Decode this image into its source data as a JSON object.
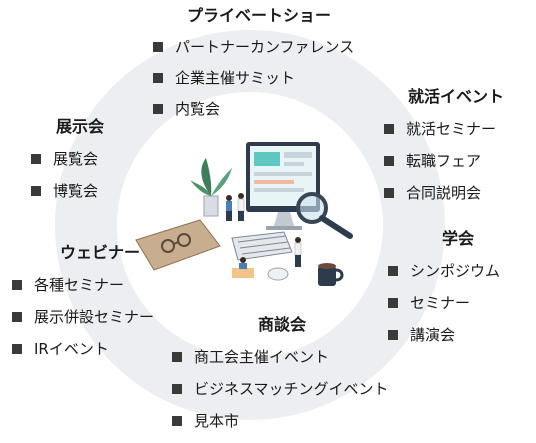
{
  "groups": {
    "private": {
      "title": "プライベートショー",
      "items": [
        "パートナーカンファレンス",
        "企業主催サミット",
        "内覧会"
      ]
    },
    "tenji": {
      "title": "展示会",
      "items": [
        "展覧会",
        "博覧会"
      ]
    },
    "shukatsu": {
      "title": "就活イベント",
      "items": [
        "就活セミナー",
        "転職フェア",
        "合同説明会"
      ]
    },
    "gakkai": {
      "title": "学会",
      "items": [
        "シンポジウム",
        "セミナー",
        "講演会"
      ]
    },
    "webinar": {
      "title": "ウェビナー",
      "items": [
        "各種セミナー",
        "展示併設セミナー",
        "IRイベント"
      ]
    },
    "shodan": {
      "title": "商談会",
      "items": [
        "商工会主催イベント",
        "ビジネスマッチングイベント",
        "見本市"
      ]
    }
  },
  "colors": {
    "ring": "#eceef1",
    "bullet": "#3a3a3a",
    "accent": "#5ec8c0"
  },
  "illustration": "office-desk-with-monitor-and-magnifier"
}
